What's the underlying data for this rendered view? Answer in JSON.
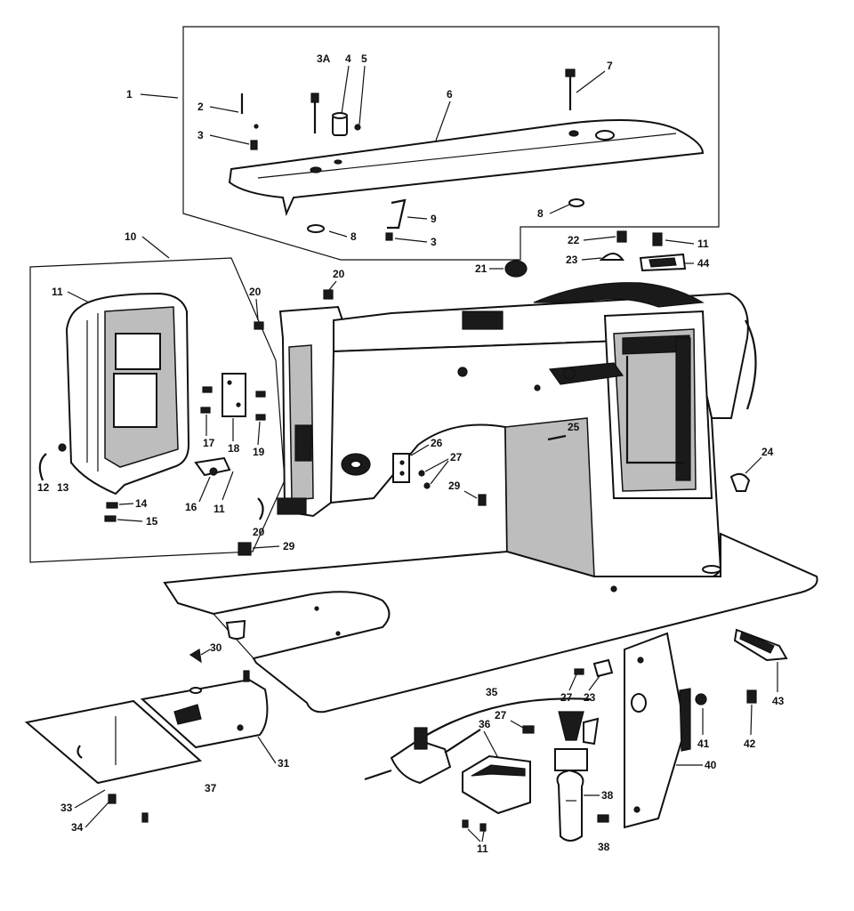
{
  "labels": {
    "l1": "1",
    "l2": "2",
    "l3a": "3",
    "l3b": "3",
    "l3A": "3A",
    "l4": "4",
    "l5": "5",
    "l6": "6",
    "l7": "7",
    "l8a": "8",
    "l8b": "8",
    "l9": "9",
    "l10": "10",
    "l11": "11",
    "l11b": "11",
    "l11c": "11",
    "l11d": "11",
    "l12": "12",
    "l13": "13",
    "l14": "14",
    "l15": "15",
    "l16": "16",
    "l17a": "17",
    "l18": "18",
    "l19": "19",
    "l20a": "20",
    "l20b": "20",
    "l20c": "20",
    "l21": "21",
    "l22": "22",
    "l23a": "23",
    "l23b": "23",
    "l24": "24",
    "l25": "25",
    "l26": "26",
    "l27a": "27",
    "l27b": "27",
    "l27c": "27",
    "l29a": "29",
    "l29b": "29",
    "l30": "30",
    "l31": "31",
    "l33": "33",
    "l34": "34",
    "l35": "35",
    "l36": "36",
    "l37": "37",
    "l38a": "38",
    "l38b": "38",
    "l40": "40",
    "l41": "41",
    "l42": "42",
    "l43": "43",
    "l44": "44"
  }
}
